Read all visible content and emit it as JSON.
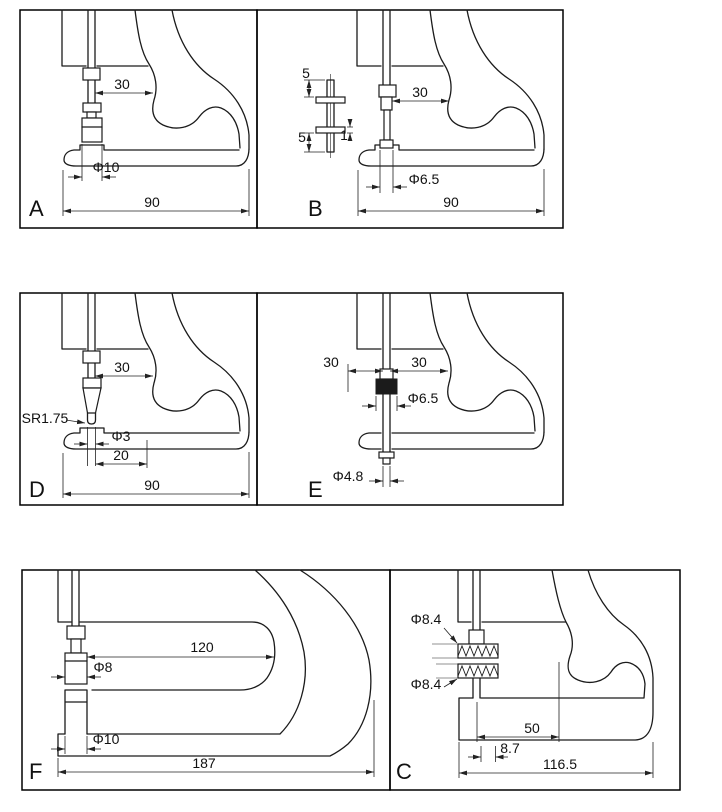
{
  "panels": {
    "A": {
      "letter": "A",
      "dims": {
        "d30": "30",
        "anvil_dia": "Φ10",
        "depth": "90"
      }
    },
    "B": {
      "letter": "B",
      "dims": {
        "detail_top": "5",
        "detail_bottom": "5",
        "detail_thk": "1",
        "d30": "30",
        "anvil_dia": "Φ6.5",
        "depth": "90"
      }
    },
    "D": {
      "letter": "D",
      "dims": {
        "d30": "30",
        "tip_radius": "SR1.75",
        "tip_dia": "Φ3",
        "tip_len": "20",
        "depth": "90"
      }
    },
    "E": {
      "letter": "E",
      "dims": {
        "d30_left": "30",
        "d30_right": "30",
        "disc_dia": "Φ6.5",
        "tip_dia": "Φ4.8"
      }
    },
    "F": {
      "letter": "F",
      "dims": {
        "throat": "120",
        "upper_anvil_dia": "Φ8",
        "lower_anvil_dia": "Φ10",
        "depth": "187"
      }
    },
    "C": {
      "letter": "C",
      "dims": {
        "roller_dia_top": "Φ8.4",
        "roller_dia_bottom": "Φ8.4",
        "d50": "50",
        "d87": "8.7",
        "depth": "116.5"
      }
    }
  }
}
